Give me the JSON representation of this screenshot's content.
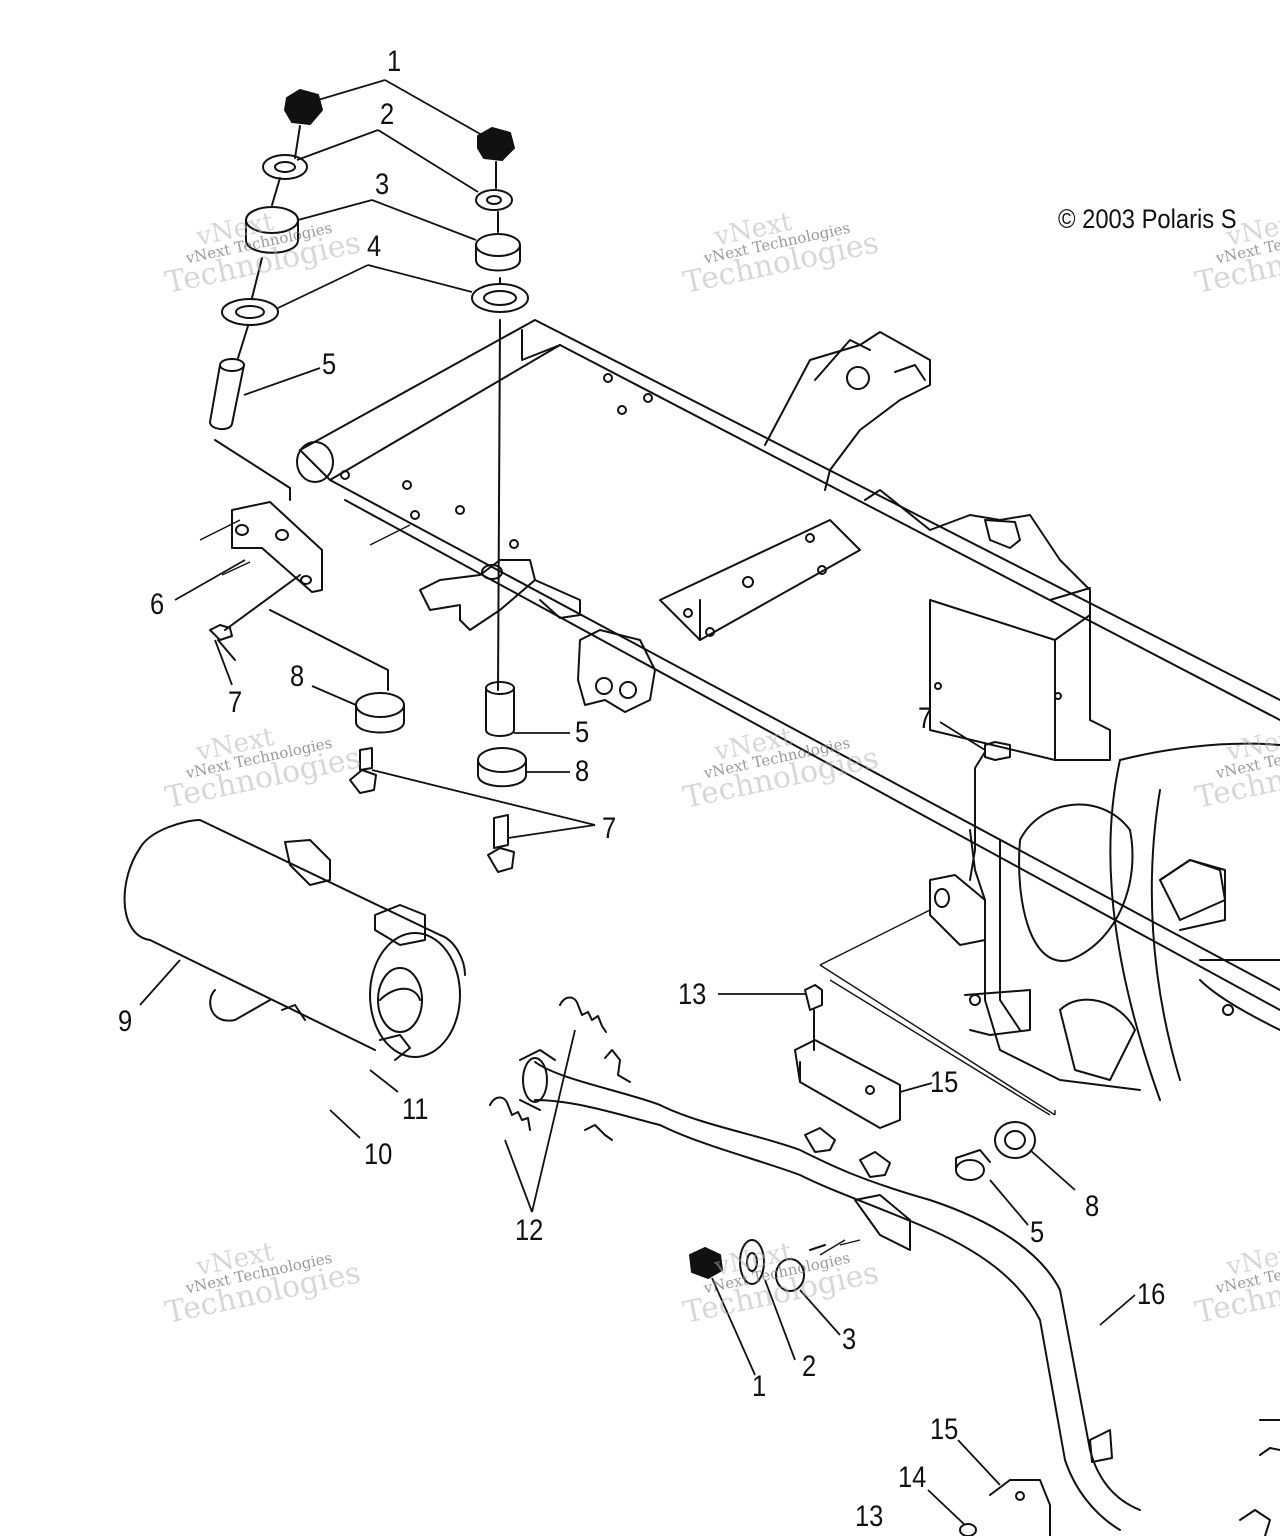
{
  "copyright": "© 2003 Polaris S",
  "watermark": {
    "brand": "vNext",
    "line": "vNext Technologies",
    "word": "Technologies"
  },
  "callouts": {
    "c1a": "1",
    "c2a": "2",
    "c3a": "3",
    "c4a": "4",
    "c5a": "5",
    "c6": "6",
    "c7a": "7",
    "c8a": "8",
    "c5b": "5",
    "c8b": "8",
    "c7b": "7",
    "c7c": "7",
    "c9": "9",
    "c10": "10",
    "c11": "11",
    "c12": "12",
    "c13a": "13",
    "c15a": "15",
    "c8c": "8",
    "c5c": "5",
    "c16": "16",
    "c3b": "3",
    "c2b": "2",
    "c1b": "1",
    "c15b": "15",
    "c14": "14",
    "c13b": "13"
  }
}
